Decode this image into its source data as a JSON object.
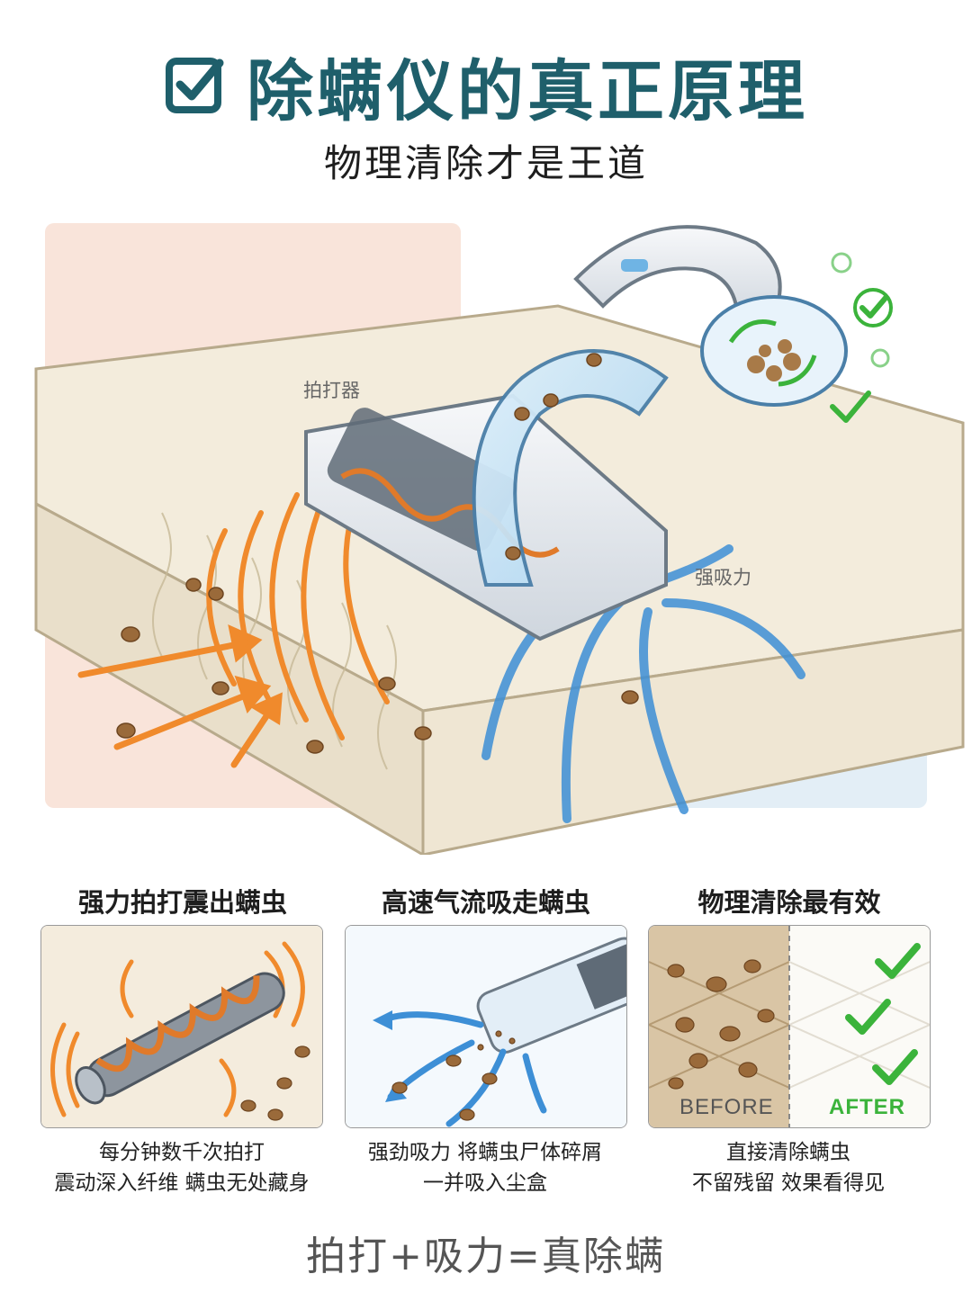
{
  "header": {
    "title": "除螨仪的真正原理",
    "subtitle": "物理清除才是王道"
  },
  "hero": {
    "label_beater": "拍打器",
    "label_suction": "强吸力"
  },
  "panels": [
    {
      "title": "强力拍打震出螨虫",
      "caption_line1": "每分钟数千次拍打",
      "caption_line2": "震动深入纤维 螨虫无处藏身"
    },
    {
      "title": "高速气流吸走螨虫",
      "caption_line1": "强劲吸力 将螨虫尸体碎屑",
      "caption_line2": "一并吸入尘盒"
    },
    {
      "title": "物理清除最有效",
      "caption_line1": "直接清除螨虫",
      "caption_line2": "不留残留 效果看得见",
      "before_label": "BEFORE",
      "after_label": "AFTER"
    }
  ],
  "footer": {
    "formula": "拍打+吸力=真除螨"
  },
  "colors": {
    "title": "#1f5f6b",
    "orange": "#f08a2c",
    "blue": "#3d8fd6",
    "green": "#3bb33b",
    "mite": "#9a6a3a"
  },
  "icons": [
    "checkbox-icon",
    "checkmark-icon",
    "mite-icon",
    "airflow-arrow-icon",
    "vibration-wave-icon"
  ]
}
